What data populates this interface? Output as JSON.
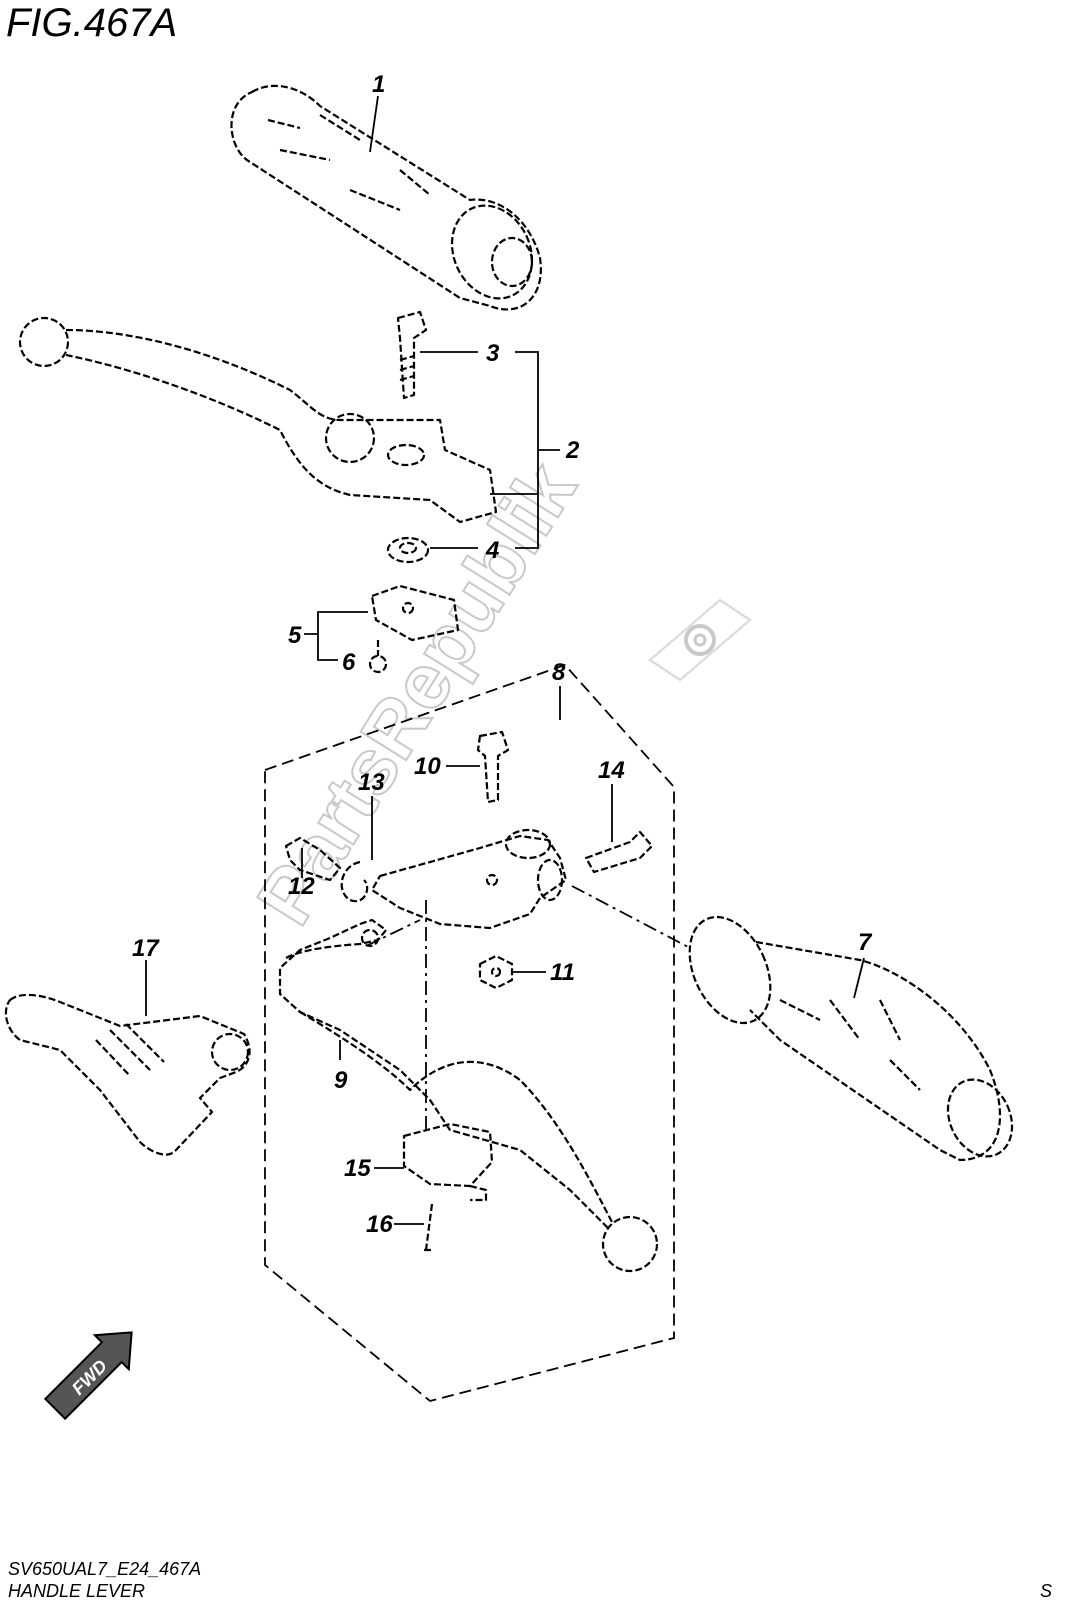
{
  "figure": {
    "title": "FIG.467A",
    "model_code": "SV650UAL7_E24_467A",
    "caption": "HANDLE LEVER",
    "corner_mark": "S"
  },
  "watermark": {
    "text": "PartsRepublik",
    "icon": "gear-icon"
  },
  "fwd_badge": {
    "text": "FWD",
    "icon": "forward-arrow-icon"
  },
  "callouts": [
    {
      "id": "1",
      "label": "1"
    },
    {
      "id": "2",
      "label": "2"
    },
    {
      "id": "3",
      "label": "3"
    },
    {
      "id": "4",
      "label": "4"
    },
    {
      "id": "5",
      "label": "5"
    },
    {
      "id": "6",
      "label": "6"
    },
    {
      "id": "7",
      "label": "7"
    },
    {
      "id": "8",
      "label": "8"
    },
    {
      "id": "9",
      "label": "9"
    },
    {
      "id": "10",
      "label": "10"
    },
    {
      "id": "11",
      "label": "11"
    },
    {
      "id": "12",
      "label": "12"
    },
    {
      "id": "13",
      "label": "13"
    },
    {
      "id": "14",
      "label": "14"
    },
    {
      "id": "15",
      "label": "15"
    },
    {
      "id": "16",
      "label": "16"
    },
    {
      "id": "17",
      "label": "17"
    }
  ]
}
